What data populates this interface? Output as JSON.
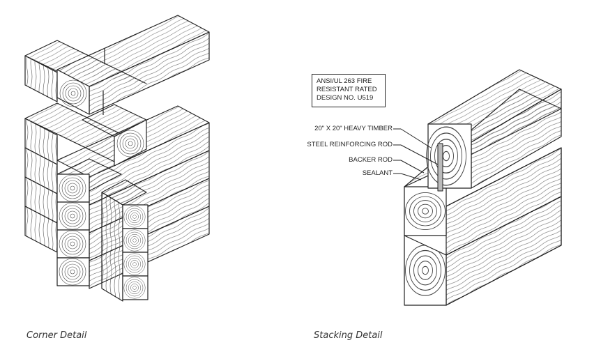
{
  "captions": {
    "left": "Corner Detail",
    "right": "Stacking Detail"
  },
  "fire_rating_box": {
    "line1": "ANSI/UL 263 FIRE",
    "line2": "RESISTANT RATED",
    "line3": "DESIGN NO. U519"
  },
  "callouts": [
    "20\" X 20\" HEAVY TIMBER",
    "STEEL REINFORCING ROD",
    "BACKER ROD",
    "SEALANT"
  ],
  "colors": {
    "line": "#222222",
    "background": "#ffffff",
    "grain": "#555555"
  }
}
